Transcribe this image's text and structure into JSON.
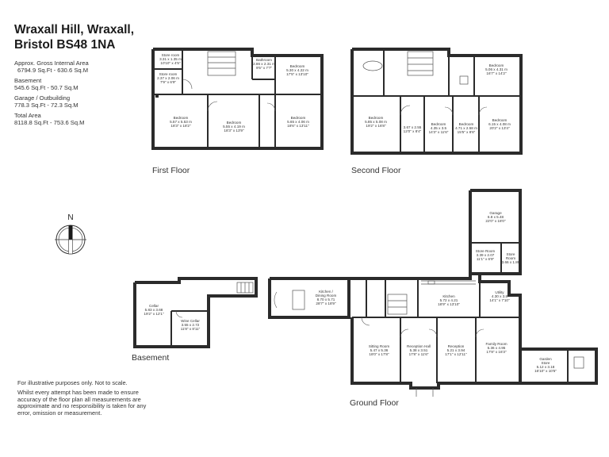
{
  "header": {
    "address_line1": "Wraxall Hill, Wraxall,",
    "address_line2": "Bristol BS48 1NA"
  },
  "areas": {
    "gross_label": "Approx. Gross Internal Area",
    "gross_value": "6794.9 Sq.Ft - 630.6 Sq.M",
    "basement_label": "Basement",
    "basement_value": "545.6 Sq.Ft - 50.7 Sq.M",
    "garage_label": "Garage / Outbuilding",
    "garage_value": "778.3 Sq.Ft - 72.3 Sq.M",
    "total_label": "Total Area",
    "total_value": "8118.8 Sq.Ft - 753.6 Sq.M"
  },
  "floors": {
    "first": "First Floor",
    "second": "Second Floor",
    "basement": "Basement",
    "ground": "Ground Floor"
  },
  "compass": {
    "north_label": "N"
  },
  "disclaimer": {
    "line1": "For illustrative purposes only. Not to scale.",
    "line2": "Whilst every attempt has been made to ensure accuracy of the floor plan all measurements are approximate and no responsibility is taken for any error, omission or measurement."
  },
  "rooms": {
    "first_storeroom1": [
      "Store room",
      "3.31 x 1.35 m",
      "10'10\" x 4'5\""
    ],
    "first_storeroom2": [
      "Store room",
      "2.37 x 2.06 m",
      "7'9\" x 6'9\""
    ],
    "first_bathroom": [
      "Bathroom",
      "2.86 x 2.31 m",
      "9'5\" x 7'7\""
    ],
    "first_bedroom_top": [
      "Bedroom",
      "5.30 x 4.22 m",
      "17'5\" x 13'10\""
    ],
    "first_bedroom_left": [
      "Bedroom",
      "5.57 x 5.53 m",
      "18'3\" x 18'2\""
    ],
    "first_bedroom_mid": [
      "Bedroom",
      "5.55 x 4.19 m",
      "18'3\" x 13'9\""
    ],
    "first_bedroom_right": [
      "Bedroom",
      "5.65 x 4.06 m",
      "18'6\" x 13'11\""
    ],
    "second_bedroom_top": [
      "Bedroom",
      "5.06 x 4.31 m",
      "16'7\" x 14'2\""
    ],
    "second_bedroom1": [
      "Bedroom",
      "5.85 x 5.08 m",
      "19'2\" x 16'8\""
    ],
    "second_room": [
      "",
      "3.67 x 2.55",
      "12'0\" x 8'4\""
    ],
    "second_bedroom2": [
      "Bedroom",
      "4.35 x 3.5",
      "14'3\" x 11'6\""
    ],
    "second_bedroom3": [
      "Bedroom",
      "4.71 x 2.58 m",
      "15'5\" x 8'6\""
    ],
    "second_bedroom4": [
      "Bedroom",
      "6.15 x 4.08 m",
      "20'2\" x 13'4\""
    ],
    "garage": [
      "Garage",
      "6.8 x 5.48",
      "22'0\" x 18'0\""
    ],
    "store_room": [
      "Store Room",
      "3.39 x 2.07",
      "11'1\" x 6'9\""
    ],
    "store_room2": [
      "Store",
      "Room",
      "3.66 x 1.89"
    ],
    "cellar": [
      "Cellar",
      "5.83 x 3.68",
      "19'2\" x 12'1\""
    ],
    "wine_cellar": [
      "Wine Cellar",
      "3.55 x 2.72",
      "11'8\" x 8'11\""
    ],
    "kitchen_dining": [
      "Kitchen /",
      "Dining Room",
      "8.70 x 5.71",
      "28'7\" x 18'9\""
    ],
    "kitchen": [
      "Kitchen",
      "5.72 x 4.21",
      "18'9\" x 13'10\""
    ],
    "utility": [
      "Utility",
      "4.30 x 3.8",
      "14'1\" x 7'10\""
    ],
    "sitting_room": [
      "Sitting Room",
      "5.47 x 5.36",
      "18'0\" x 17'8\""
    ],
    "reception_hall": [
      "Reception Hall",
      "5.38 x 3.51",
      "17'8\" x 11'6\""
    ],
    "reception": [
      "Reception",
      "5.21 x 3.94",
      "17'1\" x 12'11\""
    ],
    "family_room": [
      "Family Room",
      "5.36 x 4.95",
      "17'8\" x 16'3\""
    ],
    "garden_store": [
      "Garden",
      "Store",
      "5.12 x 3.18",
      "16'10\" x 10'5\""
    ]
  }
}
